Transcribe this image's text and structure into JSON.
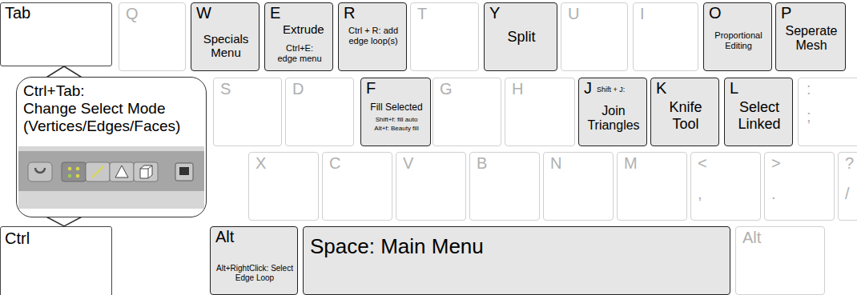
{
  "diagram": {
    "nodes": [
      {
        "text": [
          "Tab"
        ]
      },
      {
        "text": [
          "Q"
        ]
      },
      {
        "text": [
          "W",
          "Specials Menu"
        ]
      },
      {
        "text": [
          "E",
          "Extrude",
          "Ctrl+E: edge menu"
        ]
      },
      {
        "text": [
          "R",
          "Ctrl + R: add edge loop(s)"
        ]
      },
      {
        "text": [
          "T"
        ]
      },
      {
        "text": [
          "Y",
          "Split"
        ]
      },
      {
        "text": [
          "U"
        ]
      },
      {
        "text": [
          "I"
        ]
      },
      {
        "text": [
          "O",
          "Proportional Editing"
        ]
      },
      {
        "text": [
          "P",
          "Seperate Mesh"
        ]
      },
      {
        "text": [
          "Ctrl+Tab:",
          "Change Select Mode (Vertices/Edges/Faces)"
        ]
      },
      {
        "text": [
          "S"
        ]
      },
      {
        "text": [
          "D"
        ]
      },
      {
        "text": [
          "F",
          "Fill Selected",
          "Shift+f: fill auto",
          "Alt+f: Beauty fill"
        ]
      },
      {
        "text": [
          "G"
        ]
      },
      {
        "text": [
          "H"
        ]
      },
      {
        "text": [
          "J",
          "Shift + J:",
          "Join Triangles"
        ]
      },
      {
        "text": [
          "K",
          "Knife Tool"
        ]
      },
      {
        "text": [
          "L",
          "Select Linked"
        ]
      },
      {
        "text": [
          ":",
          ";"
        ]
      },
      {
        "text": [
          "X"
        ]
      },
      {
        "text": [
          "C"
        ]
      },
      {
        "text": [
          "V"
        ]
      },
      {
        "text": [
          "B"
        ]
      },
      {
        "text": [
          "N"
        ]
      },
      {
        "text": [
          "M"
        ]
      },
      {
        "text": [
          "<",
          ","
        ]
      },
      {
        "text": [
          ">",
          "."
        ]
      },
      {
        "text": [
          "?",
          "/"
        ]
      },
      {
        "text": [
          "Ctrl"
        ]
      },
      {
        "text": [
          "Alt",
          "Alt+RightClick: Select Edge Loop"
        ]
      },
      {
        "text": [
          "Space: Main Menu"
        ]
      },
      {
        "text": [
          "Alt"
        ]
      }
    ],
    "edges": [
      {
        "from": 11,
        "to": 0,
        "arrow": "none"
      },
      {
        "from": 11,
        "to": 30,
        "arrow": "none"
      }
    ]
  }
}
